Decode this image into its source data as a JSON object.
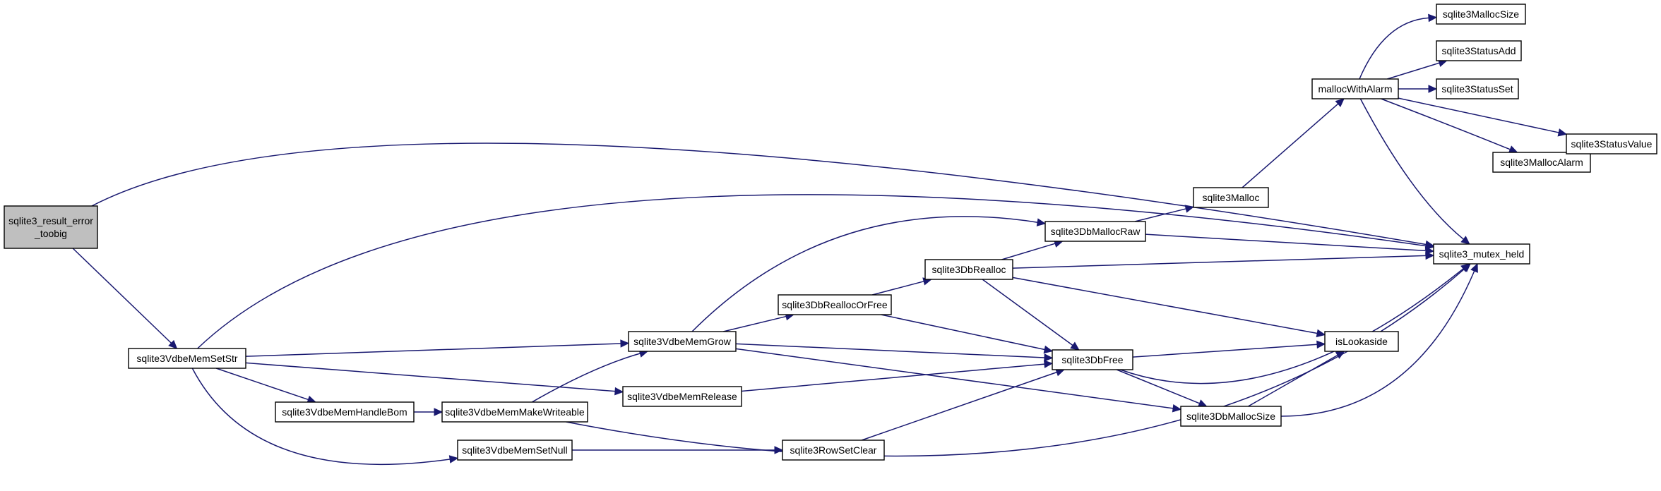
{
  "diagram": {
    "nodes": [
      {
        "id": "result_error_toobig",
        "lines": [
          "sqlite3_result_error",
          "_toobig"
        ],
        "root": true
      },
      {
        "id": "VdbeMemSetStr",
        "lines": [
          "sqlite3VdbeMemSetStr"
        ]
      },
      {
        "id": "VdbeMemHandleBom",
        "lines": [
          "sqlite3VdbeMemHandleBom"
        ]
      },
      {
        "id": "VdbeMemSetNull",
        "lines": [
          "sqlite3VdbeMemSetNull"
        ]
      },
      {
        "id": "VdbeMemGrow",
        "lines": [
          "sqlite3VdbeMemGrow"
        ]
      },
      {
        "id": "VdbeMemRelease",
        "lines": [
          "sqlite3VdbeMemRelease"
        ]
      },
      {
        "id": "VdbeMemMakeWriteable",
        "lines": [
          "sqlite3VdbeMemMakeWriteable"
        ]
      },
      {
        "id": "DbReallocOrFree",
        "lines": [
          "sqlite3DbReallocOrFree"
        ]
      },
      {
        "id": "RowSetClear",
        "lines": [
          "sqlite3RowSetClear"
        ]
      },
      {
        "id": "DbRealloc",
        "lines": [
          "sqlite3DbRealloc"
        ]
      },
      {
        "id": "DbMallocRaw",
        "lines": [
          "sqlite3DbMallocRaw"
        ]
      },
      {
        "id": "Malloc",
        "lines": [
          "sqlite3Malloc"
        ]
      },
      {
        "id": "DbFree",
        "lines": [
          "sqlite3DbFree"
        ]
      },
      {
        "id": "DbMallocSize",
        "lines": [
          "sqlite3DbMallocSize"
        ]
      },
      {
        "id": "isLookaside",
        "lines": [
          "isLookaside"
        ]
      },
      {
        "id": "mallocWithAlarm",
        "lines": [
          "mallocWithAlarm"
        ]
      },
      {
        "id": "MallocSize",
        "lines": [
          "sqlite3MallocSize"
        ]
      },
      {
        "id": "StatusAdd",
        "lines": [
          "sqlite3StatusAdd"
        ]
      },
      {
        "id": "StatusSet",
        "lines": [
          "sqlite3StatusSet"
        ]
      },
      {
        "id": "MallocAlarm",
        "lines": [
          "sqlite3MallocAlarm"
        ]
      },
      {
        "id": "StatusValue",
        "lines": [
          "sqlite3StatusValue"
        ]
      },
      {
        "id": "mutex_held",
        "lines": [
          "sqlite3_mutex_held"
        ]
      }
    ],
    "edges": [
      [
        "result_error_toobig",
        "VdbeMemSetStr"
      ],
      [
        "result_error_toobig",
        "mutex_held"
      ],
      [
        "VdbeMemSetStr",
        "mutex_held"
      ],
      [
        "VdbeMemSetStr",
        "VdbeMemGrow"
      ],
      [
        "VdbeMemSetStr",
        "VdbeMemRelease"
      ],
      [
        "VdbeMemSetStr",
        "VdbeMemHandleBom"
      ],
      [
        "VdbeMemSetStr",
        "VdbeMemSetNull"
      ],
      [
        "VdbeMemHandleBom",
        "VdbeMemMakeWriteable"
      ],
      [
        "VdbeMemMakeWriteable",
        "VdbeMemGrow"
      ],
      [
        "VdbeMemMakeWriteable",
        "mutex_held"
      ],
      [
        "VdbeMemSetNull",
        "RowSetClear"
      ],
      [
        "VdbeMemGrow",
        "DbMallocRaw"
      ],
      [
        "VdbeMemGrow",
        "DbReallocOrFree"
      ],
      [
        "VdbeMemGrow",
        "DbFree"
      ],
      [
        "VdbeMemGrow",
        "DbMallocSize"
      ],
      [
        "VdbeMemRelease",
        "DbFree"
      ],
      [
        "DbReallocOrFree",
        "DbRealloc"
      ],
      [
        "DbReallocOrFree",
        "DbFree"
      ],
      [
        "RowSetClear",
        "DbFree"
      ],
      [
        "DbRealloc",
        "DbMallocRaw"
      ],
      [
        "DbRealloc",
        "mutex_held"
      ],
      [
        "DbRealloc",
        "DbFree"
      ],
      [
        "DbRealloc",
        "isLookaside"
      ],
      [
        "DbMallocRaw",
        "Malloc"
      ],
      [
        "DbMallocRaw",
        "mutex_held"
      ],
      [
        "Malloc",
        "mallocWithAlarm"
      ],
      [
        "DbFree",
        "isLookaside"
      ],
      [
        "DbFree",
        "mutex_held"
      ],
      [
        "DbFree",
        "DbMallocSize"
      ],
      [
        "DbMallocSize",
        "isLookaside"
      ],
      [
        "DbMallocSize",
        "mutex_held"
      ],
      [
        "mallocWithAlarm",
        "MallocSize"
      ],
      [
        "mallocWithAlarm",
        "StatusAdd"
      ],
      [
        "mallocWithAlarm",
        "StatusSet"
      ],
      [
        "mallocWithAlarm",
        "StatusValue"
      ],
      [
        "mallocWithAlarm",
        "MallocAlarm"
      ],
      [
        "mallocWithAlarm",
        "mutex_held"
      ],
      [
        "MallocAlarm",
        "StatusValue"
      ]
    ]
  }
}
